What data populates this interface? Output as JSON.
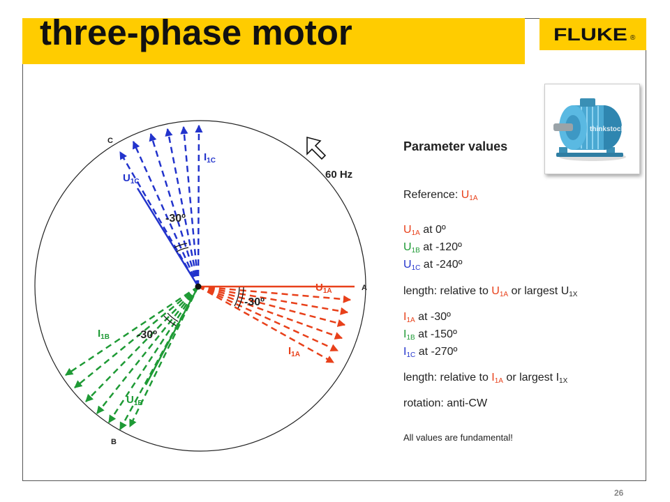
{
  "slide": {
    "title": "three-phase motor",
    "page_number": "26",
    "logo_text": "FLUKE",
    "logo_mark": "®",
    "photo_watermark": "thinkstock"
  },
  "diagram": {
    "terminals": {
      "a": "A",
      "b": "B",
      "c": "C"
    },
    "frequency": "60 Hz",
    "angle_label": "-30º",
    "vectors": {
      "u1a": {
        "main": "U",
        "sub": "1A"
      },
      "u1b": {
        "main": "U",
        "sub": "1B"
      },
      "u1c": {
        "main": "U",
        "sub": "1C"
      },
      "i1a": {
        "main": "I",
        "sub": "1A"
      },
      "i1b": {
        "main": "I",
        "sub": "1B"
      },
      "i1c": {
        "main": "I",
        "sub": "1C"
      }
    },
    "colors": {
      "phase_a": "#E8401A",
      "phase_b": "#1E9A35",
      "phase_c": "#2233CC"
    }
  },
  "parameters": {
    "heading": "Parameter values",
    "reference_label": "Reference:",
    "u_main": "U",
    "i_main": "I",
    "sub_1a": "1A",
    "sub_1b": "1B",
    "sub_1c": "1C",
    "sub_1x": "1X",
    "u1a_angle": " at 0º",
    "u1b_angle": " at -120º",
    "u1c_angle": " at -240º",
    "i1a_angle": " at -30º",
    "i1b_angle": " at -150º",
    "i1c_angle": " at -270º",
    "length_prefix": "length: relative to ",
    "length_mid": " or largest ",
    "rotation": "rotation: anti-CW",
    "footnote": "All values are fundamental!"
  }
}
